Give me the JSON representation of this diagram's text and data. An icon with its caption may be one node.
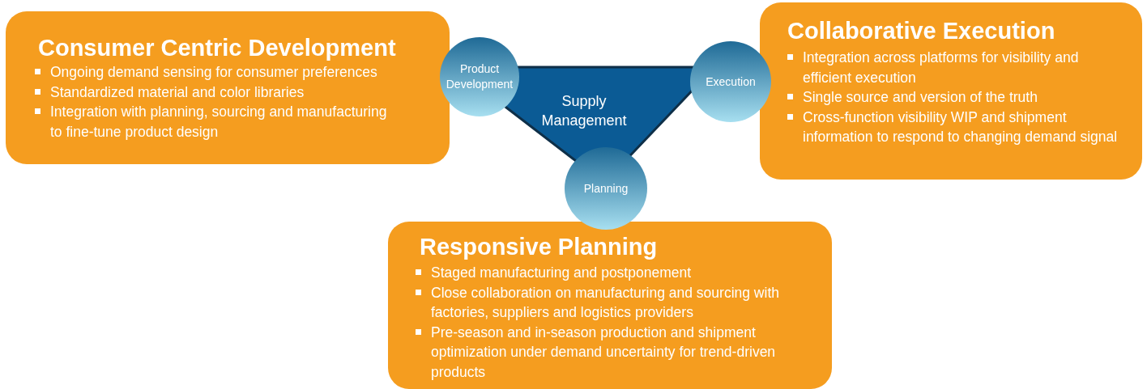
{
  "diagram": {
    "nodes": [
      {
        "text": [
          "Consumer Centric Development",
          "Ongoing demand sensing for consumer preferences",
          "Standardized material and color libraries",
          "Integration with planning, sourcing and manufacturing to fine-tune product design"
        ]
      },
      {
        "text": [
          "Collaborative Execution",
          "Integration across platforms for visibility and efficient execution",
          "Single source and version of the truth",
          "Cross-function visibility WIP and shipment information to respond to changing demand signal"
        ]
      },
      {
        "text": [
          "Supply Management"
        ]
      },
      {
        "text": [
          "Product Development"
        ]
      },
      {
        "text": [
          "Execution"
        ]
      },
      {
        "text": [
          "Planning"
        ]
      },
      {
        "text": [
          "Responsive Planning",
          "Staged manufacturing and postponement",
          "Close collaboration on manufacturing and sourcing with factories, suppliers and logistics providers",
          "Pre-season and in-season production and shipment optimization under demand uncertainty for trend-driven products"
        ]
      }
    ],
    "edges": []
  }
}
